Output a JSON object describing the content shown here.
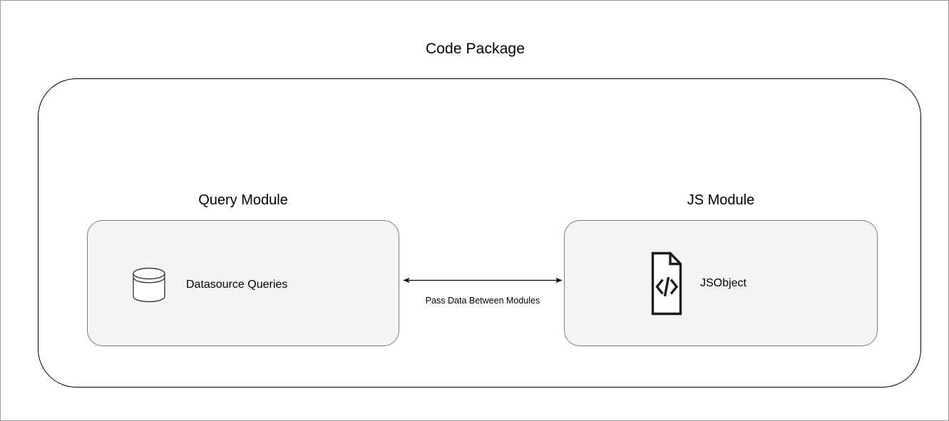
{
  "diagram": {
    "title": "Code Package",
    "modules": [
      {
        "label": "Query Module",
        "node_label": "Datasource Queries",
        "node_icon": "database-cylinder-icon"
      },
      {
        "label": "JS Module",
        "node_label": "JSObject",
        "node_icon": "code-file-icon"
      }
    ],
    "connector": {
      "label": "Pass Data Between Modules",
      "style": "double-headed-arrow"
    },
    "colors": {
      "page_background": "#ffffff",
      "page_border": "#9a9a9a",
      "package_border": "#000000",
      "module_fill": "#f4f4f4",
      "module_border": "#7d7d7d",
      "text": "#000000",
      "connector": "#000000"
    }
  }
}
